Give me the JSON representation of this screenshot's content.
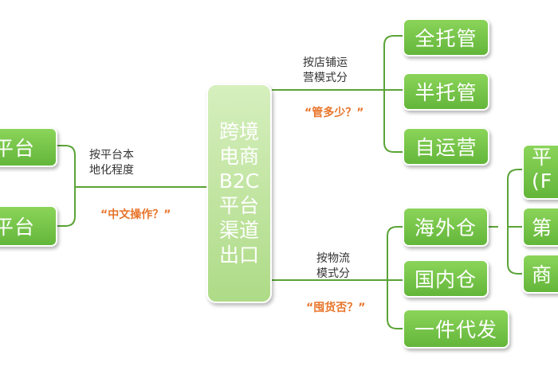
{
  "center_node": {
    "lines": [
      "跨境",
      "电商",
      "B2C",
      "平台",
      "渠道",
      "出口"
    ]
  },
  "left_branch": {
    "label_lines": [
      "按平台本",
      "地化程度"
    ],
    "question": "“中文操作？”",
    "nodes": [
      "平台",
      "平台"
    ]
  },
  "upper_right_branch": {
    "label_lines": [
      "按店铺运",
      "营模式分"
    ],
    "question": "“管多少？”",
    "nodes": [
      "全托管",
      "半托管",
      "自运营"
    ]
  },
  "lower_right_branch": {
    "label_lines": [
      "按物流",
      "模式分"
    ],
    "question": "“囤货否？”",
    "nodes": [
      "海外仓",
      "国内仓",
      "一件代发"
    ]
  },
  "far_right_nodes": [
    {
      "lines": [
        "平",
        "(F"
      ]
    },
    {
      "lines": [
        "第"
      ]
    },
    {
      "lines": [
        "商"
      ]
    }
  ],
  "colors": {
    "node_green": "#6fc043",
    "center_green": "#bfe3a0",
    "connector": "#5aa336",
    "question_orange": "#e8742a"
  }
}
